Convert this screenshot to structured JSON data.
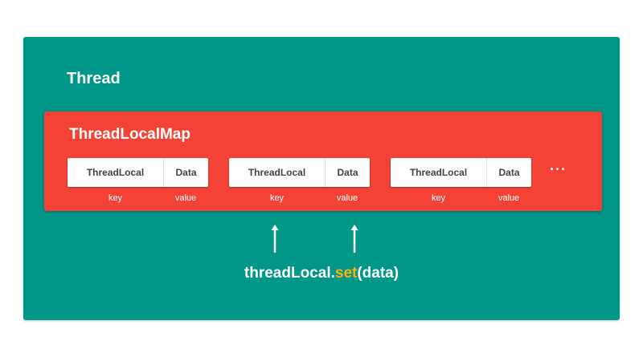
{
  "thread": {
    "title": "Thread"
  },
  "map": {
    "title": "ThreadLocalMap",
    "entries": [
      {
        "key": "ThreadLocal",
        "value": "Data",
        "key_caption": "key",
        "value_caption": "value"
      },
      {
        "key": "ThreadLocal",
        "value": "Data",
        "key_caption": "key",
        "value_caption": "value"
      },
      {
        "key": "ThreadLocal",
        "value": "Data",
        "key_caption": "key",
        "value_caption": "value"
      }
    ],
    "ellipsis": "···"
  },
  "code": {
    "object": "threadLocal.",
    "method": "set",
    "args": "(data)"
  },
  "colors": {
    "thread_bg": "#009688",
    "map_bg": "#f44336",
    "method": "#ffb300"
  }
}
